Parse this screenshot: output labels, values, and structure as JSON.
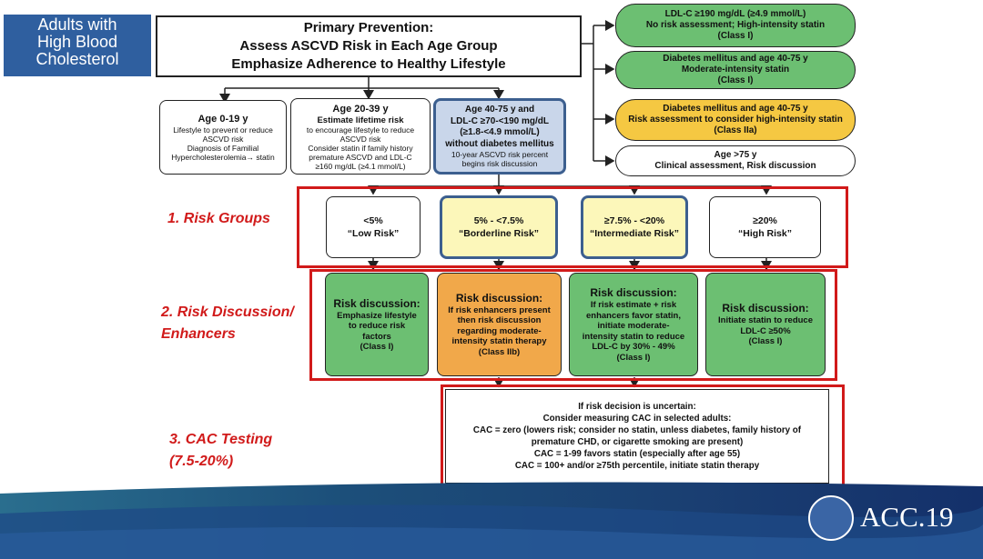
{
  "slide_label": [
    "Adults with",
    "High Blood",
    "Cholesterol"
  ],
  "primary": [
    "Primary Prevention:",
    "Assess ASCVD Risk in Each Age Group",
    "Emphasize Adherence to Healthy Lifestyle"
  ],
  "age_groups": [
    {
      "title": "Age 0-19 y",
      "lines": [
        "Lifestyle to prevent or reduce",
        "ASCVD risk",
        "Diagnosis of Familial",
        "Hypercholesterolemia→ statin"
      ]
    },
    {
      "title": "Age 20-39 y",
      "lines": [
        "Estimate lifetime risk",
        "to encourage lifestyle to reduce",
        "ASCVD risk",
        "Consider statin if family history",
        "premature ASCVD and LDL-C",
        "≥160 mg/dL (≥4.1 mmol/L)"
      ]
    },
    {
      "title": "Age 40-75 y and",
      "lines": [
        "LDL-C ≥70-<190 mg/dL",
        "(≥1.8-<4.9 mmol/L)",
        "without diabetes mellitus"
      ],
      "small": [
        "10-year ASCVD risk percent",
        "begins risk discussion"
      ]
    }
  ],
  "right_boxes": [
    {
      "lines": [
        "LDL-C ≥190 mg/dL (≥4.9 mmol/L)",
        "No risk assessment; High-intensity statin",
        "(Class I)"
      ]
    },
    {
      "lines": [
        "Diabetes mellitus and age 40-75 y",
        "Moderate-intensity statin",
        "(Class I)"
      ]
    },
    {
      "lines": [
        "Diabetes mellitus and age 40-75 y",
        "Risk assessment to consider high-intensity statin",
        "(Class IIa)"
      ]
    },
    {
      "lines": [
        "Age >75 y",
        "Clinical assessment, Risk discussion"
      ]
    }
  ],
  "risk_groups": [
    {
      "range": "<5%",
      "label": "“Low Risk”"
    },
    {
      "range": "5% - <7.5%",
      "label": "“Borderline Risk”"
    },
    {
      "range": "≥7.5% - <20%",
      "label": "“Intermediate Risk”"
    },
    {
      "range": "≥20%",
      "label": "“High Risk”"
    }
  ],
  "discussions": [
    {
      "head": "Risk discussion:",
      "lines": [
        "Emphasize lifestyle",
        "to reduce risk",
        "factors",
        "(Class I)"
      ]
    },
    {
      "head": "Risk discussion:",
      "lines": [
        "If risk enhancers present",
        "then risk discussion",
        "regarding moderate-",
        "intensity statin therapy",
        "(Class IIb)"
      ]
    },
    {
      "head": "Risk discussion:",
      "lines": [
        "If risk estimate + risk",
        "enhancers favor statin,",
        "initiate moderate-",
        "intensity statin to reduce",
        "LDL-C by 30% - 49%",
        "(Class I)"
      ]
    },
    {
      "head": "Risk discussion:",
      "lines": [
        "Initiate statin to reduce",
        "LDL-C ≥50%",
        "(Class I)"
      ]
    }
  ],
  "cac": [
    "If risk decision is uncertain:",
    "Consider measuring CAC in selected adults:",
    "CAC = zero (lowers risk; consider no statin, unless diabetes, family history of",
    "premature CHD, or cigarette smoking are present)",
    "CAC = 1-99 favors statin (especially after age 55)",
    "CAC = 100+ and/or ≥75th percentile, initiate statin therapy"
  ],
  "steps": {
    "step1": "1. Risk Groups",
    "step2": [
      "2. Risk Discussion/",
      "Enhancers"
    ],
    "step3": [
      "3. CAC Testing",
      "(7.5-20%)"
    ]
  },
  "footer": {
    "brand": "ACC.19"
  },
  "colors": {
    "green": "#6cbf72",
    "orange": "#f1a84a",
    "yellow": "#f5c842",
    "borderline_fill": "#fcf7ba",
    "highlight_border": "#3c5f8f",
    "frame_red": "#d11a1a",
    "label_blue": "#2f5f9f"
  }
}
